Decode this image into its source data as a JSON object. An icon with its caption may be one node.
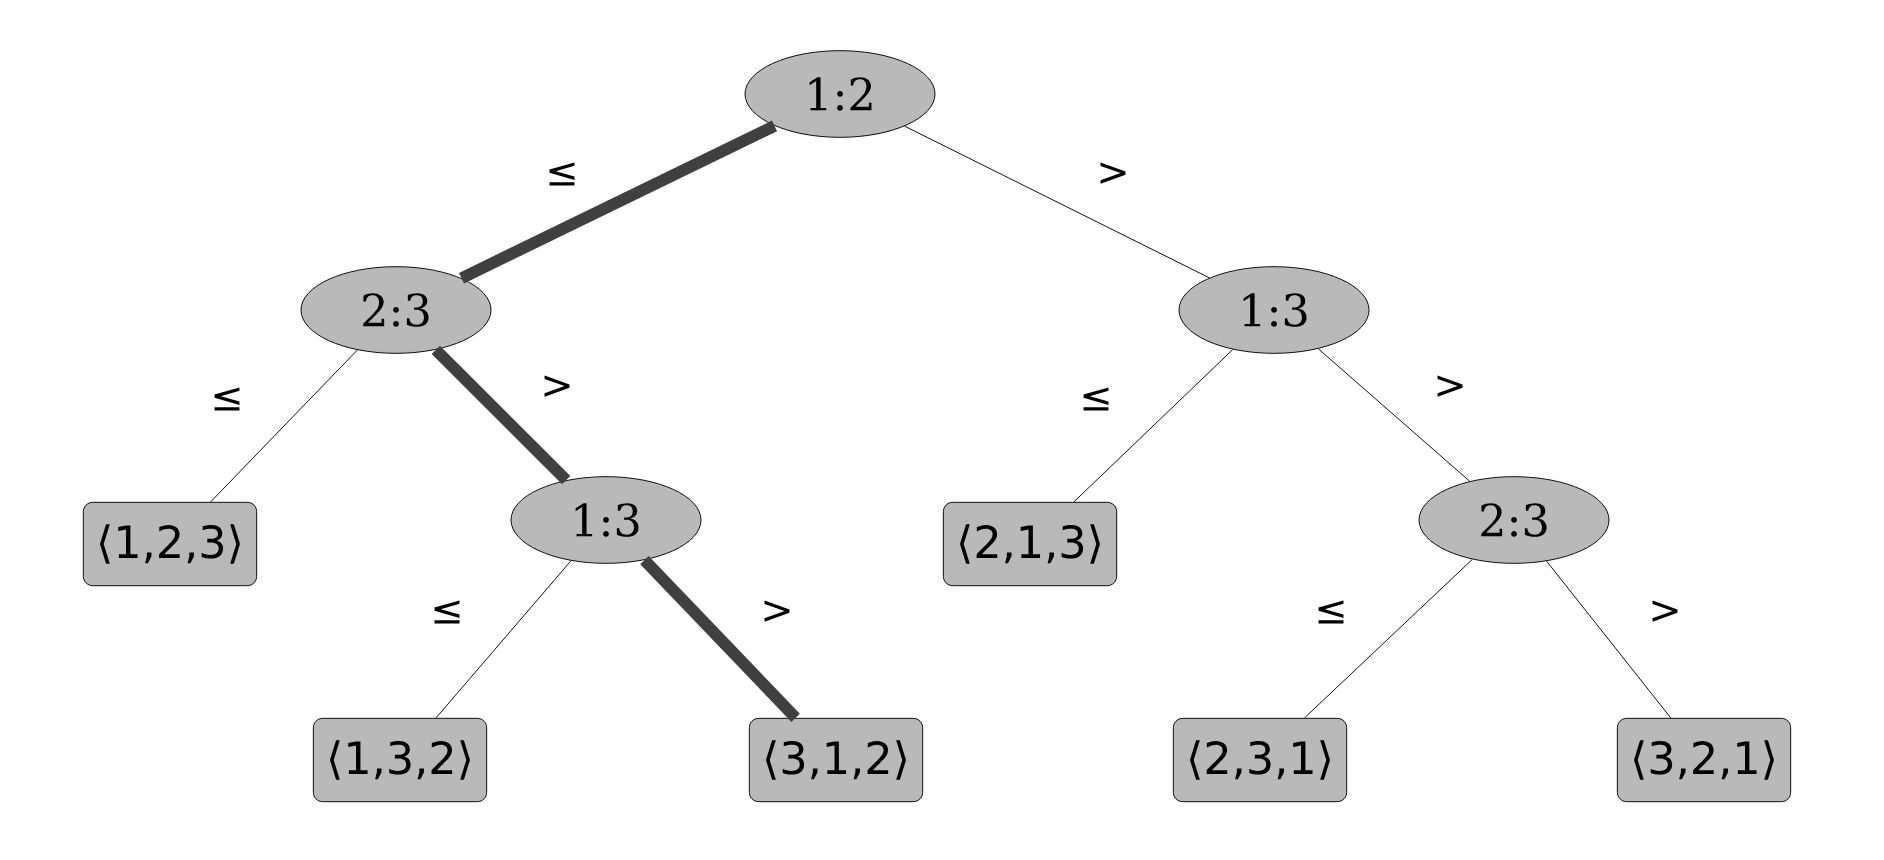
{
  "diagram": {
    "nodes": [
      {
        "text": [
          "1:2"
        ]
      },
      {
        "text": [
          "2:3"
        ]
      },
      {
        "text": [
          "1:3"
        ]
      },
      {
        "text": [
          "⟨1,2,3⟩"
        ]
      },
      {
        "text": [
          "1:3"
        ]
      },
      {
        "text": [
          "⟨2,1,3⟩"
        ]
      },
      {
        "text": [
          "2:3"
        ]
      },
      {
        "text": [
          "⟨1,3,2⟩"
        ]
      },
      {
        "text": [
          "⟨3,1,2⟩"
        ]
      },
      {
        "text": [
          "⟨2,3,1⟩"
        ]
      },
      {
        "text": [
          "⟨3,2,1⟩"
        ]
      }
    ],
    "edges": [
      {
        "from": 0,
        "to": 1,
        "arrow": "none",
        "label": "≤",
        "style": "thick"
      },
      {
        "from": 0,
        "to": 2,
        "arrow": "none",
        "label": ">"
      },
      {
        "from": 1,
        "to": 3,
        "arrow": "none",
        "label": "≤"
      },
      {
        "from": 1,
        "to": 4,
        "arrow": "none",
        "label": ">",
        "style": "thick"
      },
      {
        "from": 2,
        "to": 5,
        "arrow": "none",
        "label": "≤"
      },
      {
        "from": 2,
        "to": 6,
        "arrow": "none",
        "label": ">"
      },
      {
        "from": 4,
        "to": 7,
        "arrow": "none",
        "label": "≤"
      },
      {
        "from": 4,
        "to": 8,
        "arrow": "none",
        "label": ">",
        "style": "thick"
      },
      {
        "from": 6,
        "to": 9,
        "arrow": "none",
        "label": "≤"
      },
      {
        "from": 6,
        "to": 10,
        "arrow": "none",
        "label": ">"
      }
    ]
  }
}
